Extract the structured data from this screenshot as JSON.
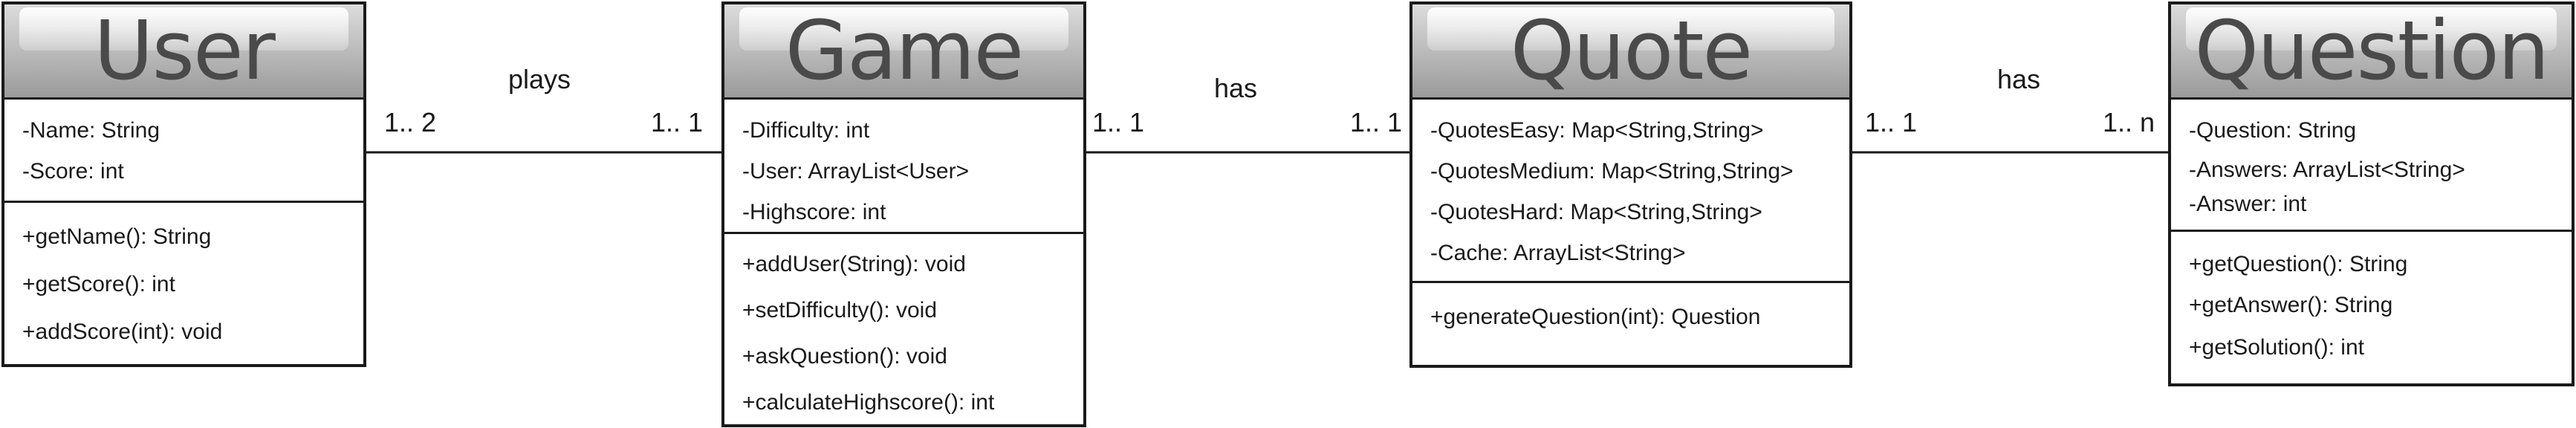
{
  "classes": {
    "user": {
      "name": "User",
      "attributes": [
        "-Name: String",
        "-Score: int"
      ],
      "methods": [
        "+getName(): String",
        "+getScore(): int",
        "+addScore(int): void"
      ]
    },
    "game": {
      "name": "Game",
      "attributes": [
        "-Difficulty: int",
        "-User: ArrayList<User>",
        "-Highscore: int"
      ],
      "methods": [
        "+addUser(String): void",
        "+setDifficulty(): void",
        "+askQuestion(): void",
        "+calculateHighscore(): int"
      ]
    },
    "quote": {
      "name": "Quote",
      "attributes": [
        "-QuotesEasy: Map<String,String>",
        "-QuotesMedium: Map<String,String>",
        "-QuotesHard: Map<String,String>",
        "-Cache: ArrayList<String>"
      ],
      "methods": [
        "+generateQuestion(int): Question"
      ]
    },
    "question": {
      "name": "Question",
      "attributes": [
        "-Question: String",
        "-Answers: ArrayList<String>",
        "-Answer: int"
      ],
      "methods": [
        "+getQuestion(): String",
        "+getAnswer(): String",
        "+getSolution(): int"
      ]
    }
  },
  "associations": {
    "user_game": {
      "label": "plays",
      "left_mult": "1.. 2",
      "right_mult": "1.. 1"
    },
    "game_quote": {
      "label": "has",
      "left_mult": "1.. 1",
      "right_mult": "1.. 1"
    },
    "quote_question": {
      "label": "has",
      "left_mult": "1.. 1",
      "right_mult": "1.. n"
    }
  }
}
